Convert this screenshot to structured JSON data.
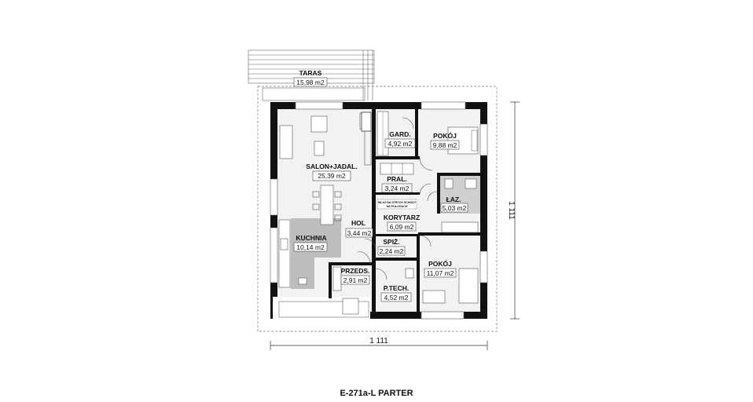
{
  "plan": {
    "caption": "E-271a-L PARTER",
    "dimensions": {
      "width": "1 111",
      "depth": "1 111"
    },
    "rooms": [
      {
        "id": "taras",
        "name": "TARAS",
        "area": "15,98 m2"
      },
      {
        "id": "salon",
        "name": "SALON+JADAL.",
        "area": "25,39 m2"
      },
      {
        "id": "gard",
        "name": "GARD.",
        "area": "4,92 m2"
      },
      {
        "id": "pokoj1",
        "name": "POKÓJ",
        "area": "9,88 m2"
      },
      {
        "id": "pral",
        "name": "PRAL.",
        "area": "3,24 m2"
      },
      {
        "id": "laz",
        "name": "ŁAZ.",
        "area": "5,03 m2"
      },
      {
        "id": "hol",
        "name": "HOL",
        "area": "3,44 m2"
      },
      {
        "id": "korytarz",
        "name": "KORYTARZ",
        "area": "6,09 m2"
      },
      {
        "id": "kuchnia",
        "name": "KUCHNIA",
        "area": "10,14 m2"
      },
      {
        "id": "spiz",
        "name": "SPIŻ.",
        "area": "2,24 m2"
      },
      {
        "id": "pokoj2",
        "name": "POKÓJ",
        "area": "11,07 m2"
      },
      {
        "id": "przeds",
        "name": "PRZEDS.",
        "area": "2,91 m2"
      },
      {
        "id": "ptech",
        "name": "P.TECH.",
        "area": "4,52 m2"
      }
    ],
    "note": {
      "line1": "WŁAZ NA STRYCH SCHODY",
      "line2": "NA POŁOGACH"
    },
    "colors": {
      "wall": "#111111",
      "room": "#f2f2f2",
      "kitchen": "#bdbdbd",
      "bath": "#cfcfcf",
      "line": "#555555"
    }
  }
}
